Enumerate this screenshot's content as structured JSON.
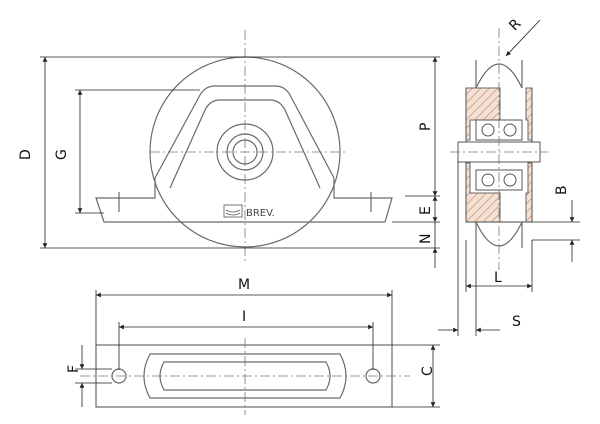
{
  "labels": {
    "D": "D",
    "G": "G",
    "P": "P",
    "E": "E",
    "N": "N",
    "M": "M",
    "I": "I",
    "F": "F",
    "C": "C",
    "R": "R",
    "B": "B",
    "L": "L",
    "S": "S"
  },
  "brand": "BREV.",
  "colors": {
    "outline": "#6a6a6a",
    "dimension_lines": "#222222",
    "hatch": "#c98a6a"
  }
}
